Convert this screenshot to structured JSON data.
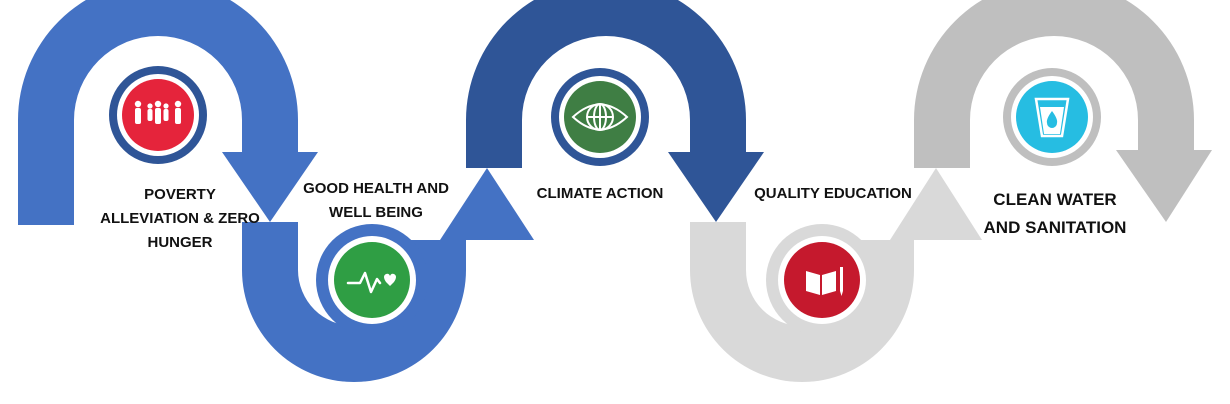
{
  "steps": [
    {
      "lines": [
        "POVERTY",
        "ALLEVIATION & ZERO",
        "HUNGER"
      ],
      "icon": "family-icon",
      "icon_color": "#e5243b"
    },
    {
      "lines": [
        "GOOD HEALTH AND",
        "WELL BEING"
      ],
      "icon": "heartbeat-icon",
      "icon_color": "#2f9e44"
    },
    {
      "lines": [
        "CLIMATE ACTION"
      ],
      "icon": "eye-globe-icon",
      "icon_color": "#3f7e44"
    },
    {
      "lines": [
        "QUALITY EDUCATION"
      ],
      "icon": "book-pen-icon",
      "icon_color": "#c5192d"
    },
    {
      "lines": [
        "CLEAN WATER",
        "AND SANITATION"
      ],
      "icon": "water-drop-icon",
      "icon_color": "#26bde2"
    }
  ],
  "colors": {
    "blue_light": "#4472c4",
    "blue_dark": "#2f5597",
    "gray_light": "#d9d9d9",
    "gray_mid": "#bfbfbf",
    "ring_blue": "#2f5597"
  }
}
